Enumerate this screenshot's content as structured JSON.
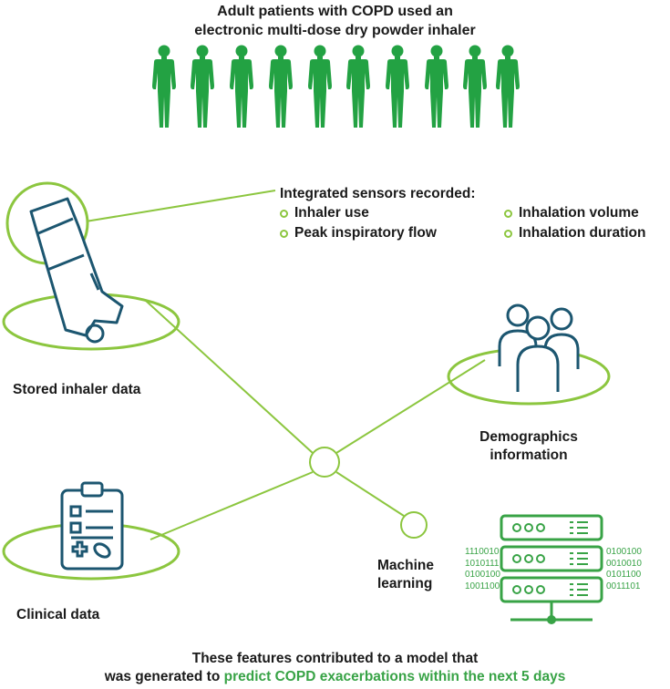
{
  "header": {
    "line1": "Adult patients with COPD used an",
    "line2": "electronic multi-dose dry powder inhaler"
  },
  "sensors": {
    "heading": "Integrated sensors recorded:",
    "items": [
      "Inhaler use",
      "Peak inspiratory flow",
      "Inhalation volume",
      "Inhalation duration"
    ]
  },
  "nodes": {
    "stored": "Stored inhaler data",
    "demographics_1": "Demographics",
    "demographics_2": "information",
    "clinical": "Clinical data",
    "ml_1": "Machine",
    "ml_2": "learning"
  },
  "binary": {
    "left": [
      "1110010",
      "1010111",
      "0100100",
      "1001100"
    ],
    "right": [
      "0100100",
      "0010010",
      "0101100",
      "0011101"
    ]
  },
  "footer": {
    "line1": "These features contributed to a model that",
    "line2_prefix": "was generated to ",
    "line2_highlight": "predict COPD exacerbations within the next 5 days"
  },
  "colors": {
    "people_green": "#23a243",
    "lime": "#8cc63f",
    "teal": "#1c5670",
    "highlight_green": "#38a346"
  }
}
